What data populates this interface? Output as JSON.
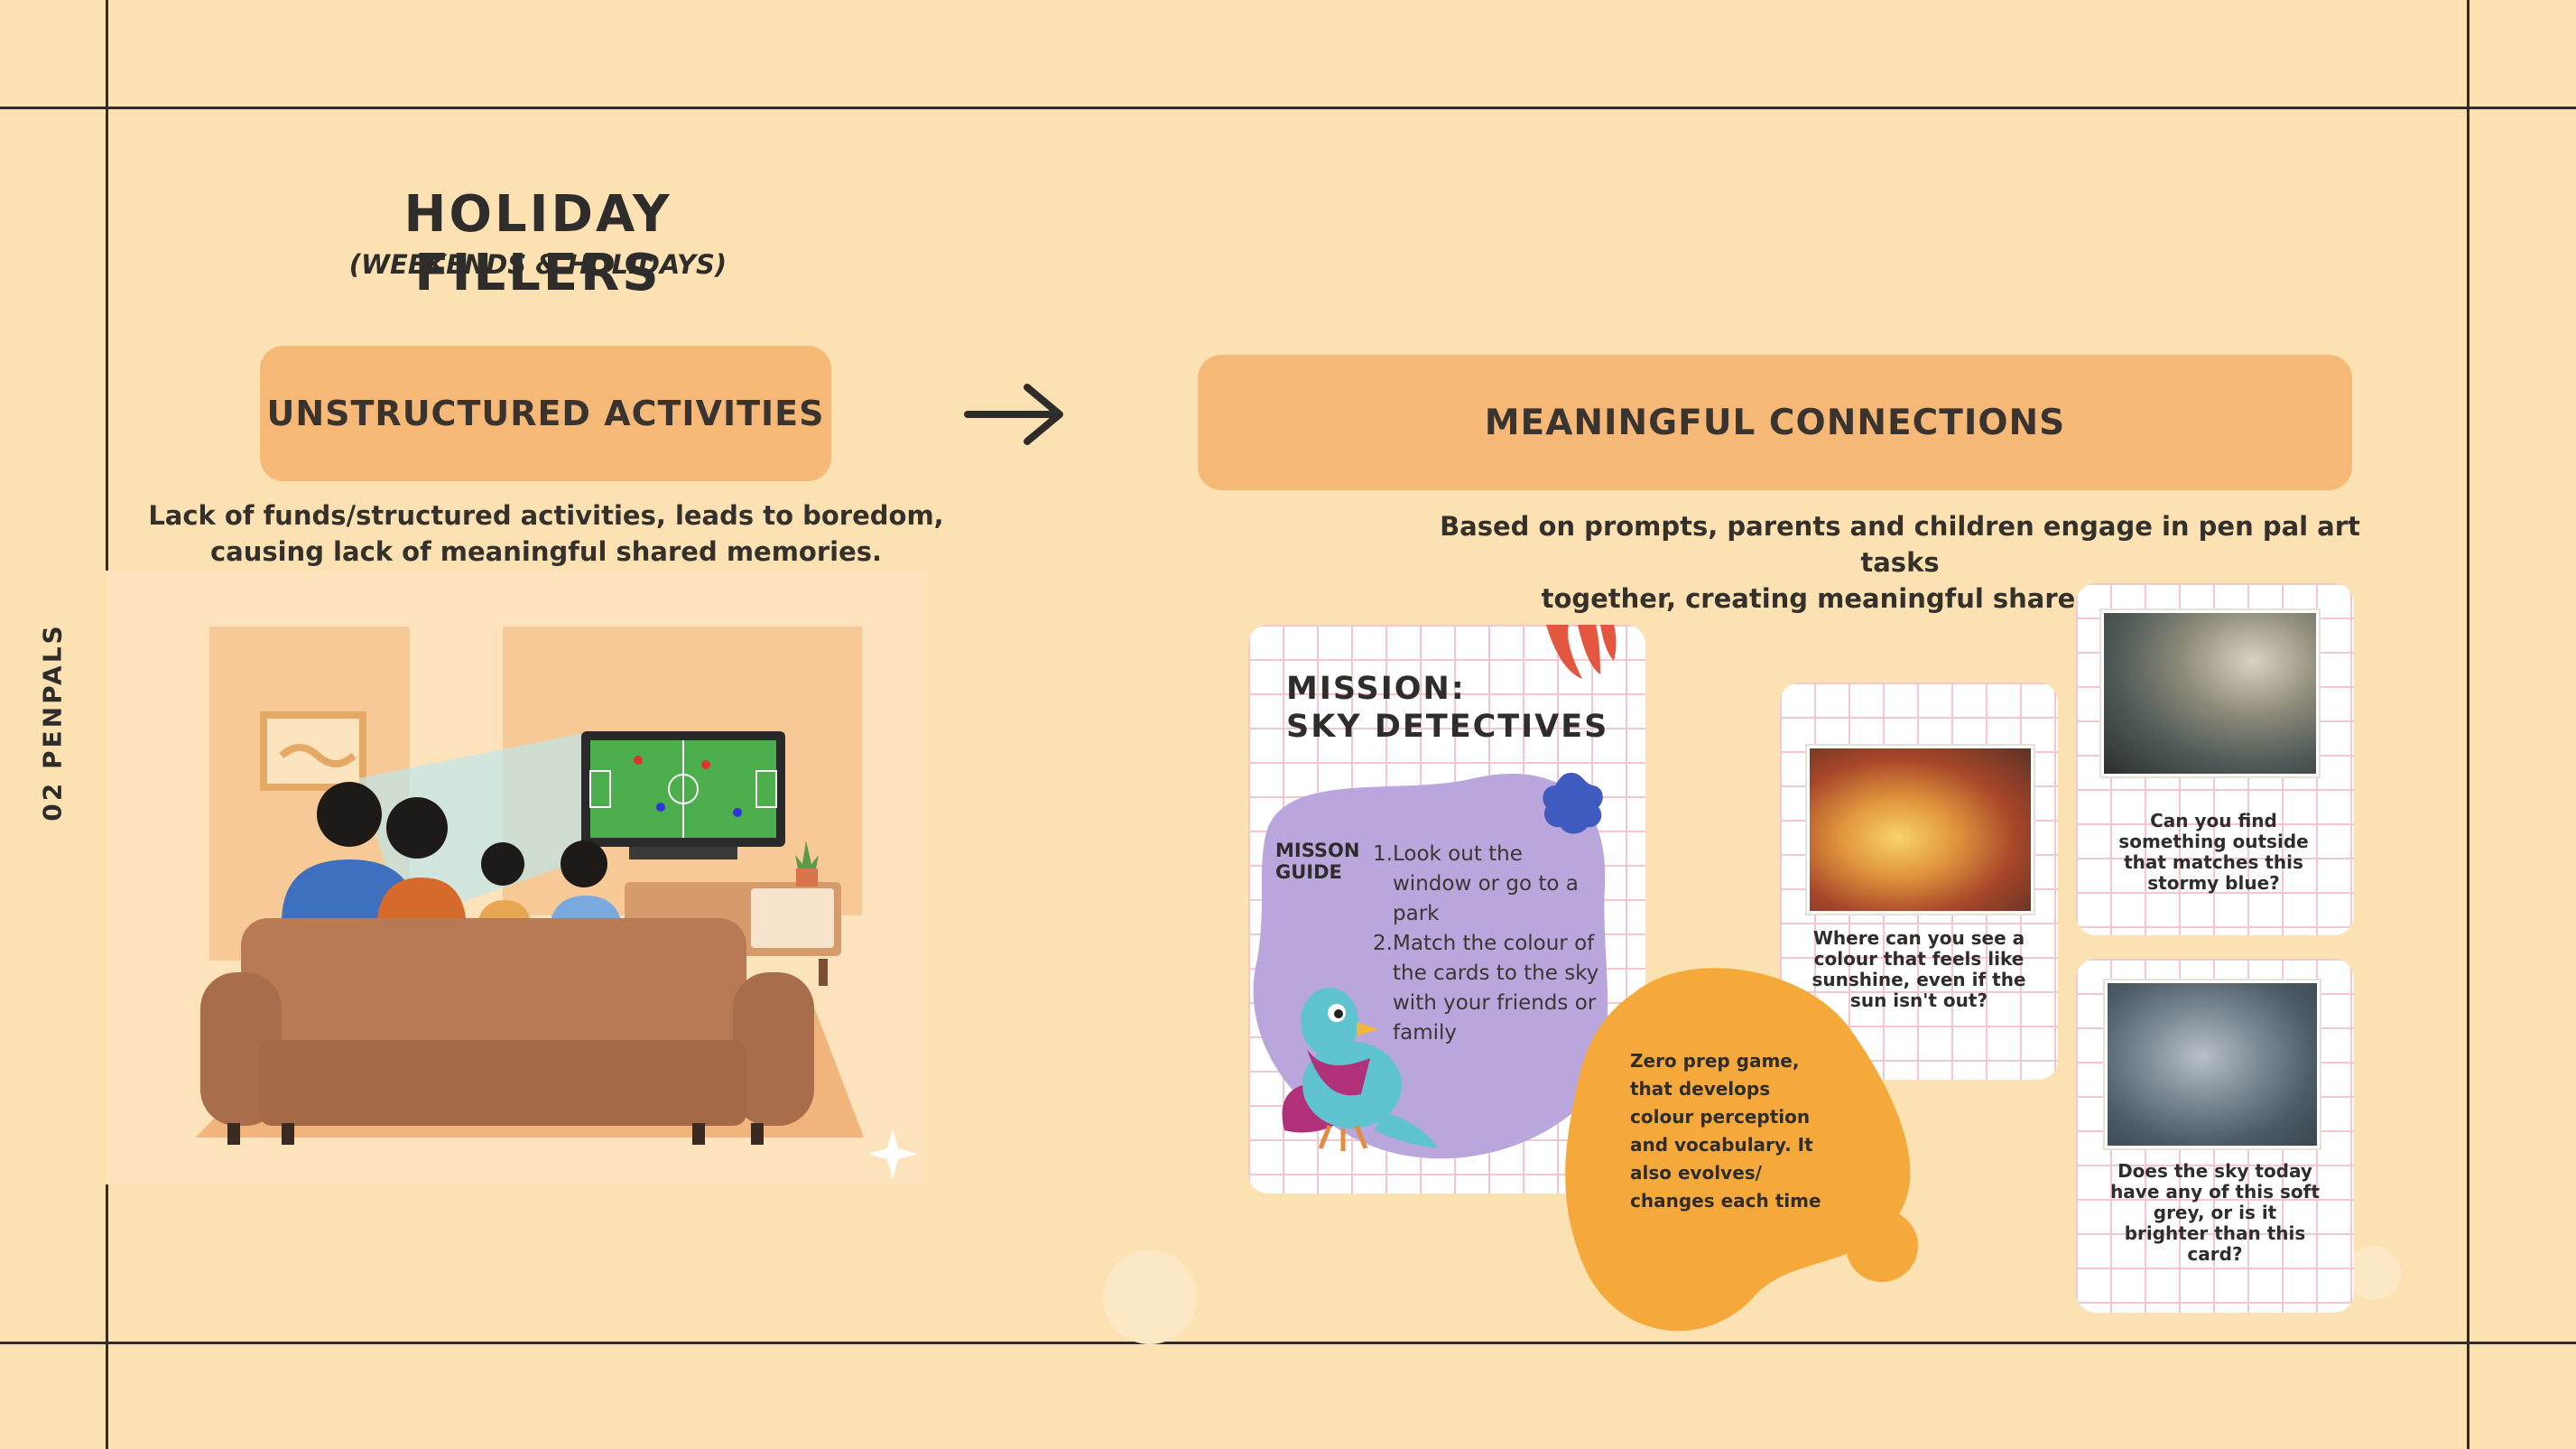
{
  "side_label": "02 PENPALS",
  "title": "HOLIDAY FILLERS",
  "subtitle": "(WEEKENDS & HOLIDAYS)",
  "left": {
    "pill": "UNSTRUCTURED ACTIVITIES",
    "caption_line1": "Lack of funds/structured activities, leads to boredom,",
    "caption_line2": "causing lack of meaningful shared memories."
  },
  "right": {
    "pill": "MEANINGFUL CONNECTIONS",
    "caption_line1": "Based on prompts, parents and children engage in pen pal art tasks",
    "caption_line2": "together, creating meaningful shared memories."
  },
  "mission_card": {
    "title_line1": "MISSION:",
    "title_line2": "SKY DETECTIVES",
    "guide_line1": "MISSON",
    "guide_line2": "GUIDE",
    "steps": [
      {
        "num": "1.",
        "text": "Look out the window or go to a park"
      },
      {
        "num": "2.",
        "text": "Match the colour of the cards to the sky with your friends or family"
      }
    ]
  },
  "blob_note": "Zero prep game, that develops colour perception and vocabulary. It also evolves/ changes each time",
  "prompt_cards": [
    {
      "text": "Where can you see a colour that feels like sunshine, even if the sun isn't out?"
    },
    {
      "text": "Can you find something outside that matches this stormy blue?"
    },
    {
      "text": "Does the sky today have any of this soft grey, or is it brighter than this card?"
    }
  ],
  "colors": {
    "background": "#fce2b2",
    "pill": "#f6b877",
    "blob_orange": "#f6a93b",
    "blob_purple": "#b9a6dc",
    "grid_pink": "#f4c7d0"
  }
}
